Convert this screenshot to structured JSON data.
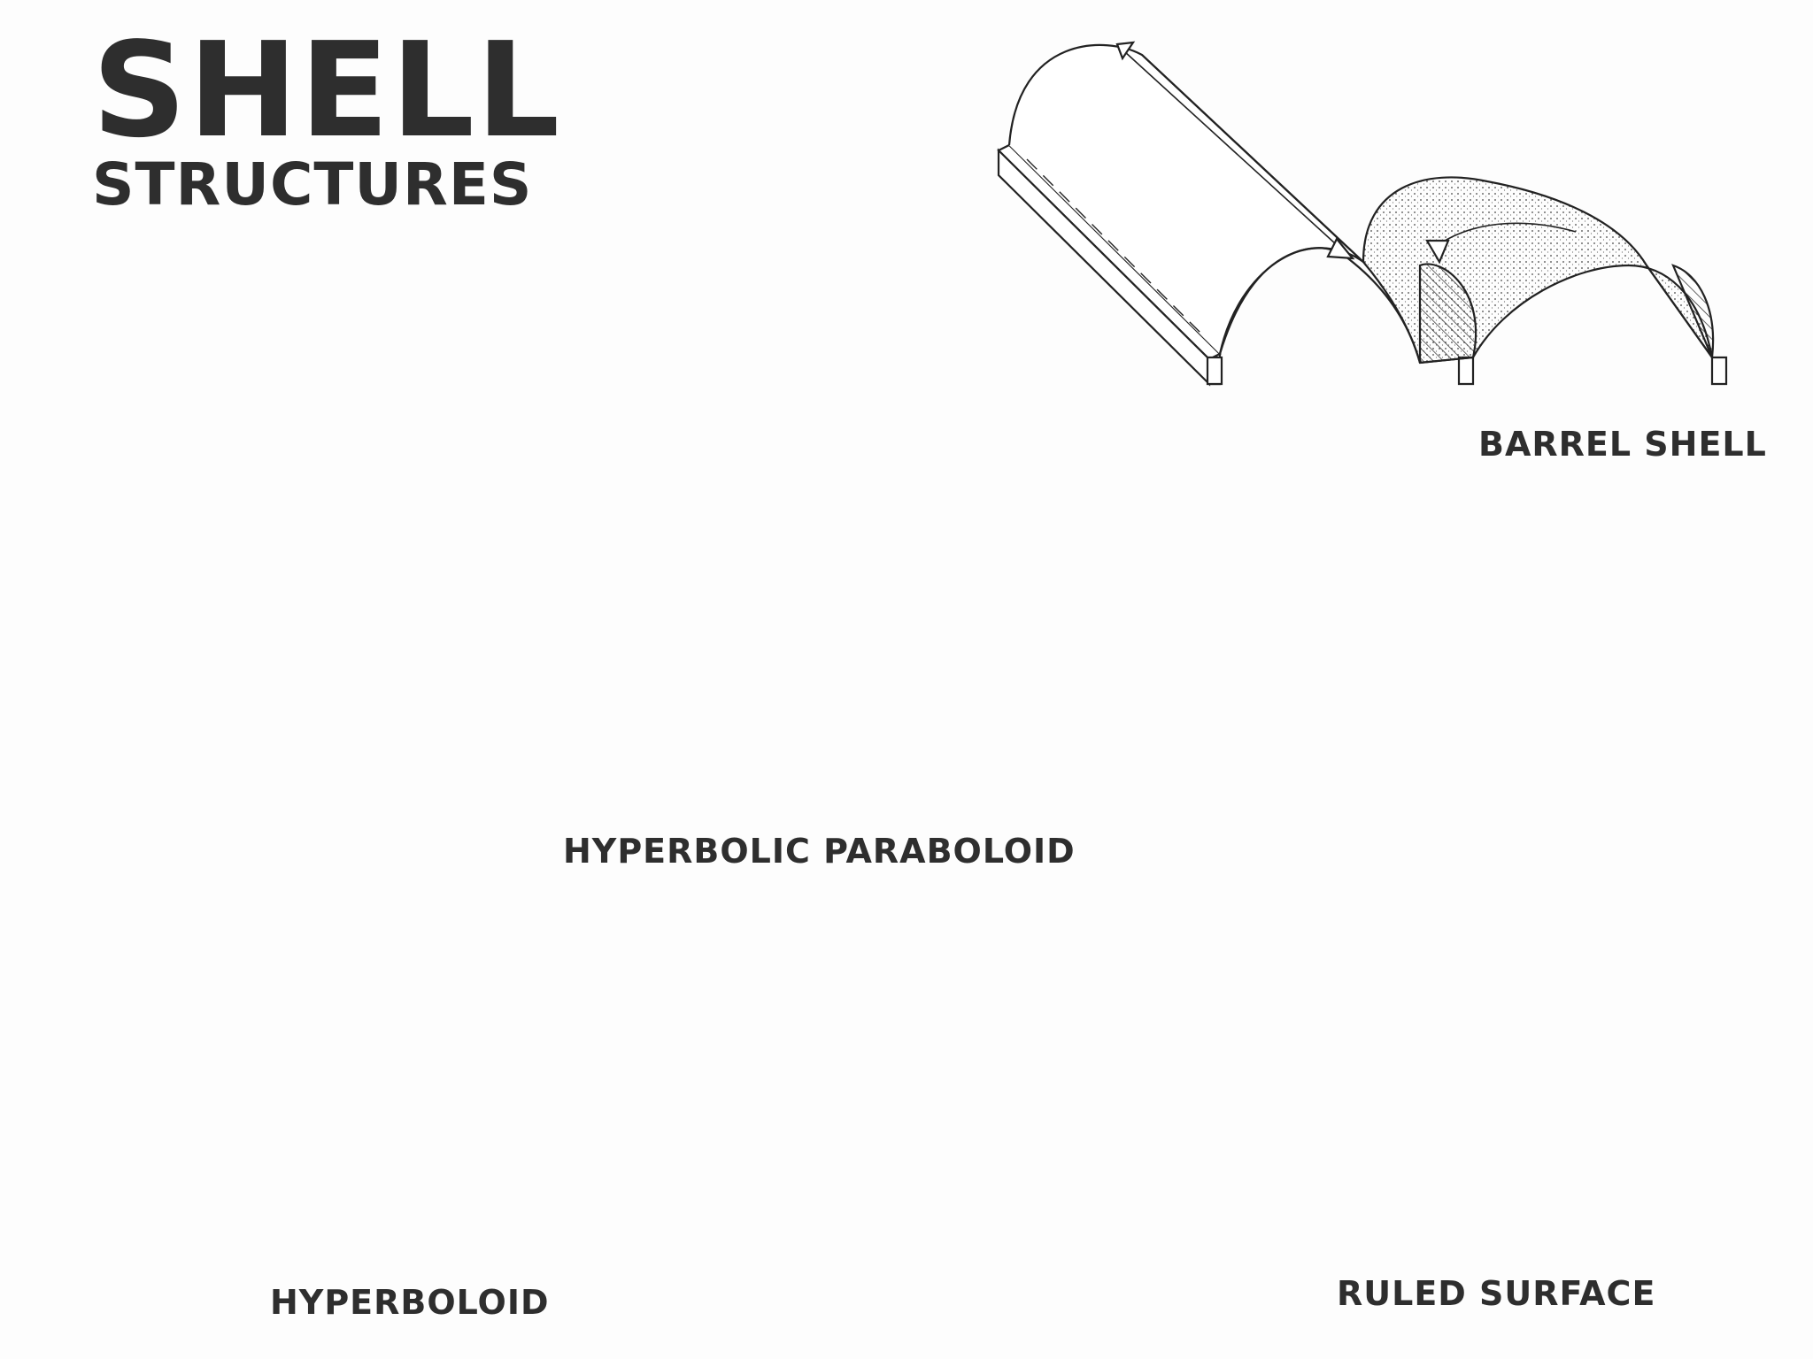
{
  "title": {
    "main": "SHELL",
    "sub": "STRUCTURES"
  },
  "figures": {
    "barrel_shell": "BARREL SHELL",
    "hyperbolic_paraboloid": "HYPERBOLIC PARABOLOID",
    "hyperboloid": "HYPERBOLOID",
    "ruled_surface": "RULED SURFACE"
  },
  "colors": {
    "ink": "#222222",
    "background": "#fdfdfd"
  }
}
